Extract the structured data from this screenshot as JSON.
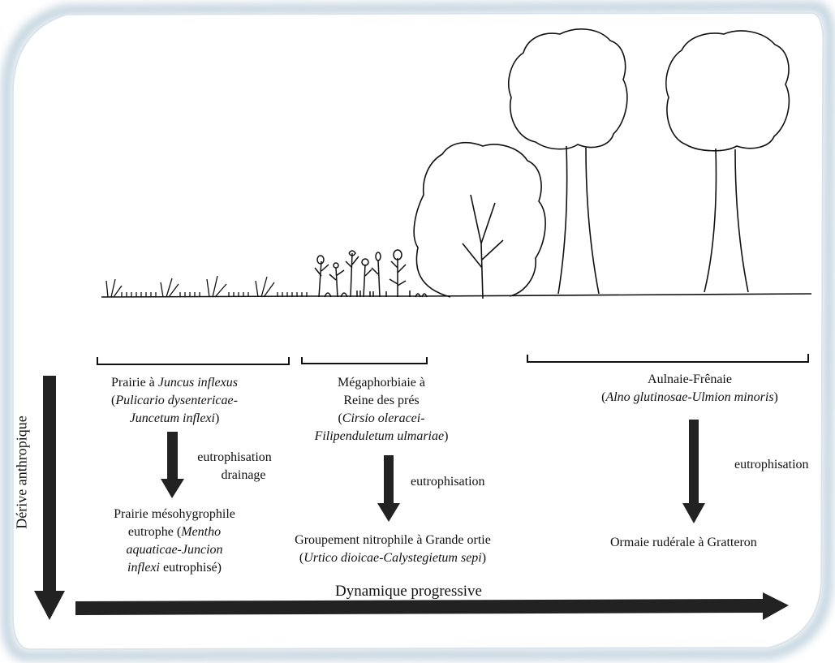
{
  "axes": {
    "vertical_label": "Dérive anthropique",
    "horizontal_label": "Dynamique progressive"
  },
  "columns": [
    {
      "head_a": "Prairie à ",
      "head_a_it": "Juncus inflexus",
      "head_b_open": "(",
      "head_b_it": "Pulicario dysentericae-",
      "head_c_it": "Juncetum inflexi",
      "head_c_close": ")",
      "process_1": "eutrophisation",
      "process_2": "drainage",
      "result_1": "Prairie mésohygrophile",
      "result_2": "eutrophe (",
      "result_2_it": "Mentho",
      "result_3_it": "aquaticae-Juncion",
      "result_4_it": "inflexi",
      "result_4": " eutrophisé)"
    },
    {
      "head_a": "Mégaphorbiaie à",
      "head_b": "Reine des prés",
      "head_c_open": "(",
      "head_c_it": "Cirsio oleracei-",
      "head_d_it": "Filipenduletum ulmariae",
      "head_d_close": ")",
      "process_1": "eutrophisation",
      "result_1": "Groupement nitrophile à Grande ortie",
      "result_2_open": "(",
      "result_2_it": "Urtico dioicae-Calystegietum sepi",
      "result_2_close": ")"
    },
    {
      "head_a": "Aulnaie-Frênaie",
      "head_b_open": "(",
      "head_b_it": "Alno glutinosae-Ulmion minoris",
      "head_b_close": ")",
      "process_1": "eutrophisation",
      "result_1": "Ormaie rudérale à Gratteron"
    }
  ],
  "colors": {
    "ink": "#111111",
    "arrow": "#222222",
    "frame_shadow": "#7a9bb3"
  }
}
